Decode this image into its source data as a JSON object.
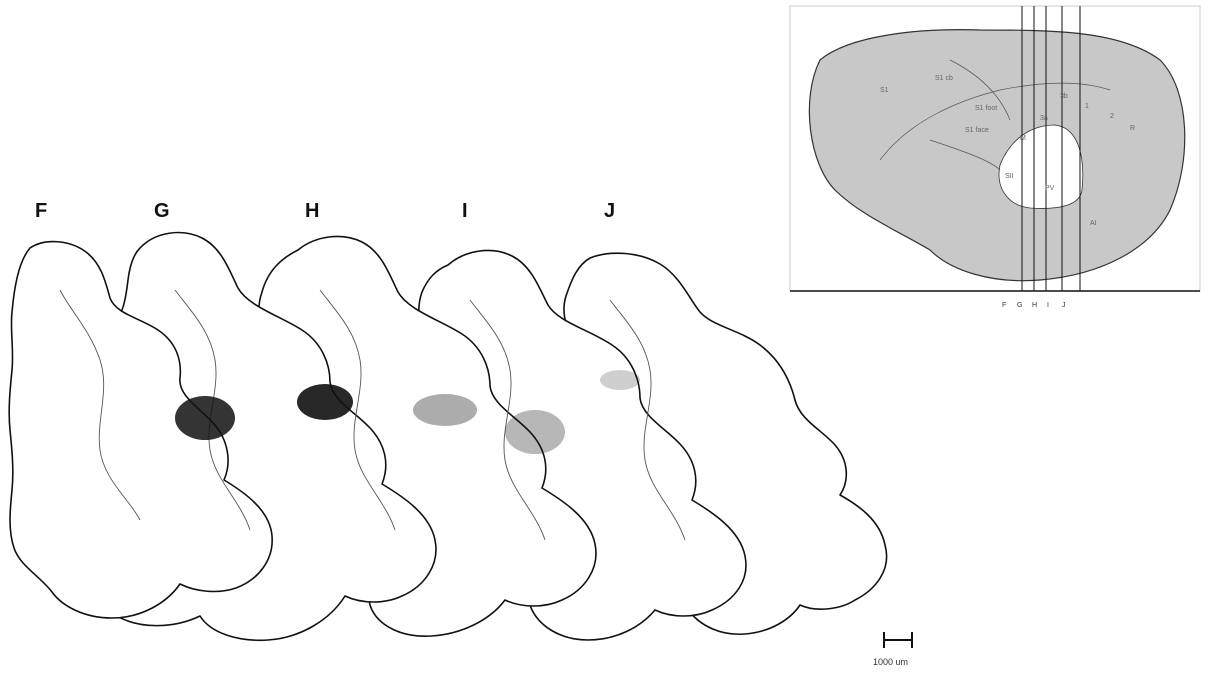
{
  "figure": {
    "sections": [
      {
        "label": "F"
      },
      {
        "label": "G"
      },
      {
        "label": "H"
      },
      {
        "label": "I"
      },
      {
        "label": "J"
      }
    ],
    "inset": {
      "region_labels": [
        "S1",
        "S1 cb",
        "S1 foot",
        "S1 face",
        "SII",
        "PV",
        "3b",
        "1",
        "2",
        "3a",
        "M",
        "R",
        "AI"
      ],
      "cut_letters": [
        "F",
        "G",
        "H",
        "I",
        "J"
      ]
    },
    "scale_bar": {
      "label": "1000 um"
    },
    "colors": {
      "outline": "#111111",
      "inset_fill": "#c8c8c8",
      "inset_highlight": "#ffffff",
      "stipple": "#111111"
    }
  }
}
